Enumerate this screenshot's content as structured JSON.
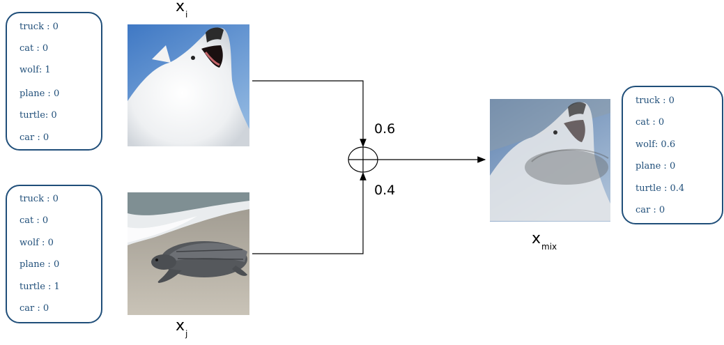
{
  "inputs": {
    "xi": {
      "symbol": "x",
      "subscript": "i",
      "labels": [
        {
          "text": "truck : 0"
        },
        {
          "text": "cat : 0"
        },
        {
          "text": "wolf: 1"
        },
        {
          "text": "plane : 0"
        },
        {
          "text": "turtle: 0"
        },
        {
          "text": "car : 0"
        }
      ]
    },
    "xj": {
      "symbol": "x",
      "subscript": "j",
      "labels": [
        {
          "text": "truck : 0"
        },
        {
          "text": "cat : 0"
        },
        {
          "text": "wolf : 0"
        },
        {
          "text": "plane : 0"
        },
        {
          "text": "turtle : 1"
        },
        {
          "text": "car : 0"
        }
      ]
    }
  },
  "mix": {
    "weight_i": "0.6",
    "weight_j": "0.4"
  },
  "output": {
    "symbol": "x",
    "subscript": "mix",
    "labels": [
      {
        "text": "truck : 0"
      },
      {
        "text": "cat : 0"
      },
      {
        "text": "wolf: 0.6"
      },
      {
        "text": "plane : 0"
      },
      {
        "text": "turtle : 0.4"
      },
      {
        "text": "car : 0"
      }
    ]
  },
  "colors": {
    "box_border": "#1f4e79",
    "label_text": "#1f4e79",
    "wire": "#000000"
  },
  "icons": {
    "mixer": "circle-plus-icon",
    "image_i": "wolf-photo",
    "image_j": "turtle-photo",
    "image_mix": "blended-wolf-turtle-photo"
  }
}
